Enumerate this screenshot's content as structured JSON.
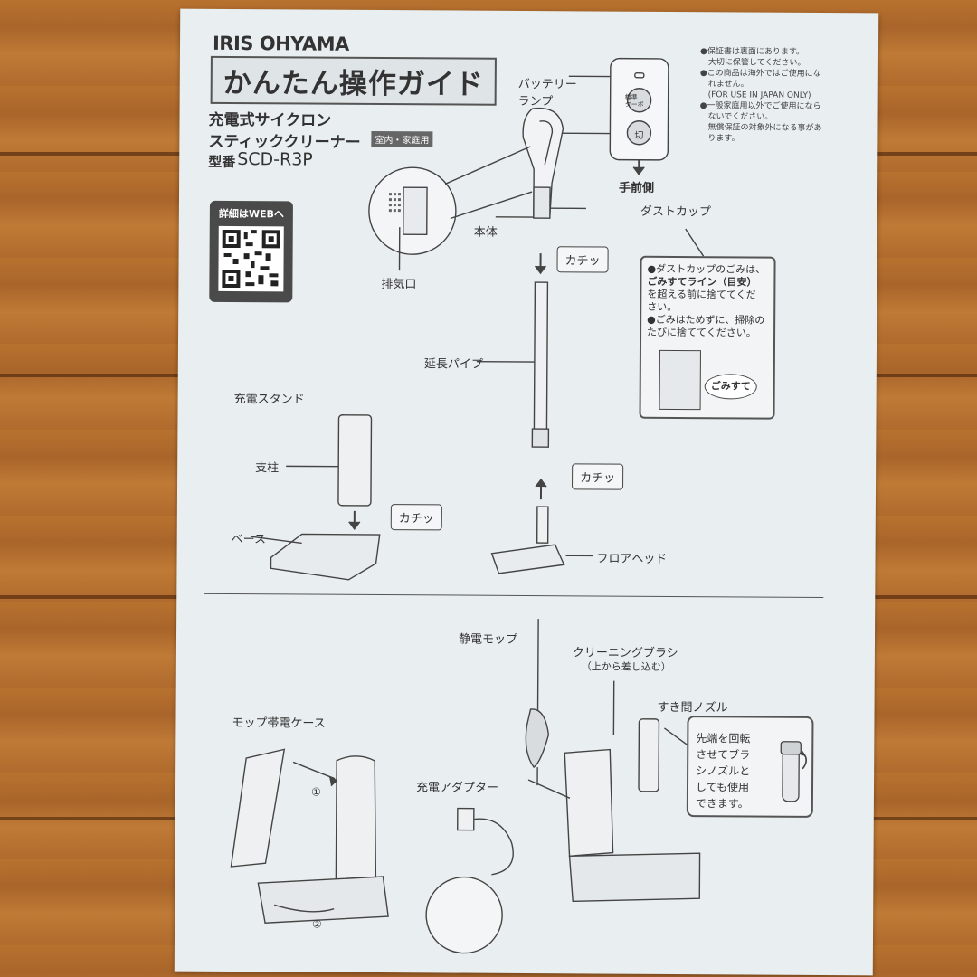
{
  "brand": "IRIS OHYAMA",
  "guide_title": "かんたん操作ガイド",
  "product": {
    "line1": "充電式サイクロン",
    "line2": "スティッククリーナー",
    "tag": "室内・家庭用",
    "model_label": "型番",
    "model": "SCD-R3P"
  },
  "qr": {
    "label": "詳細はWEBへ"
  },
  "notes": [
    "●保証書は裏面にあります。",
    "　大切に保管してください。",
    "●この商品は海外ではご使用にな",
    "　れません。",
    "　(FOR USE IN JAPAN ONLY)",
    "●一般家庭用以外でご使用になら",
    "　ないでください。",
    "　無償保証の対象外になる事があ",
    "　ります。"
  ],
  "labels": {
    "battery_lamp_1": "バッテリー",
    "battery_lamp_2": "ランプ",
    "turbo_1": "標準",
    "turbo_2": "ターボ",
    "off": "切",
    "front_side": "手前側",
    "body": "本体",
    "dust_cup": "ダストカップ",
    "exhaust": "排気口",
    "click": "カチッ",
    "extension_pipe": "延長パイプ",
    "charging_stand": "充電スタンド",
    "pillar": "支柱",
    "base": "ベース",
    "floor_head": "フロアヘッド",
    "static_mop": "静電モップ",
    "cleaning_brush": "クリーニングブラシ",
    "cleaning_brush_note": "（上から差し込む）",
    "crevice_nozzle": "すき間ノズル",
    "mop_case": "モップ帯電ケース",
    "charging_adapter": "充電アダプター",
    "step1": "①",
    "step2": "②",
    "dust_empty": "ごみすて"
  },
  "dust_note": {
    "line1": "●ダストカップのごみは、",
    "line2": "ごみすてライン（目安）",
    "line3": "を超える前に捨ててくだ",
    "line4": "さい。",
    "line5": "●ごみはためずに、掃除の",
    "line6": "たびに捨ててください。"
  },
  "tip": {
    "line1": "先端を回転",
    "line2": "させてブラ",
    "line3": "シノズルと",
    "line4": "しても使用",
    "line5": "できます。"
  }
}
